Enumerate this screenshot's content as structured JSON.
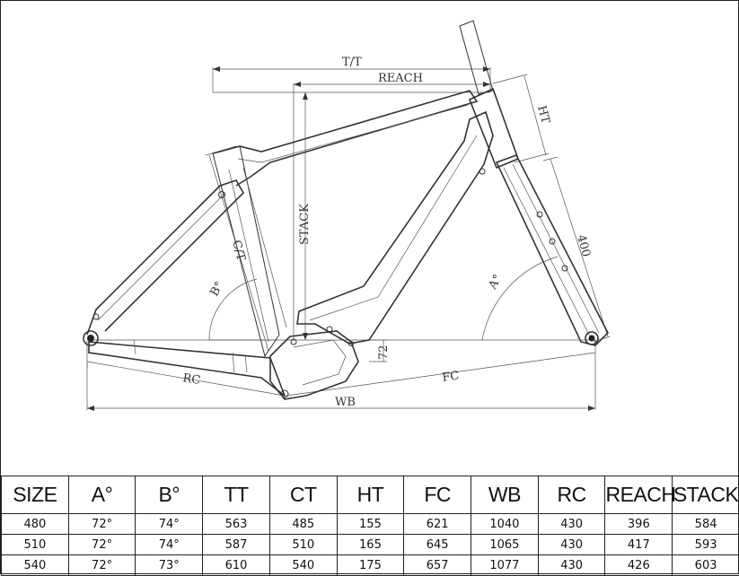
{
  "diagram": {
    "labels": {
      "tt": "T/T",
      "reach": "REACH",
      "ht": "HT",
      "stack": "STACK",
      "ct": "C/T",
      "fork": "400",
      "angle_a": "A°",
      "angle_b": "B°",
      "bb_drop": "72",
      "rc": "RC",
      "fc": "FC",
      "wb": "WB"
    }
  },
  "table": {
    "headers": [
      "SIZE",
      "A°",
      "B°",
      "TT",
      "CT",
      "HT",
      "FC",
      "WB",
      "RC",
      "REACH",
      "STACK"
    ],
    "rows": [
      [
        "480",
        "72°",
        "74°",
        "563",
        "485",
        "155",
        "621",
        "1040",
        "430",
        "396",
        "584"
      ],
      [
        "510",
        "72°",
        "74°",
        "587",
        "510",
        "165",
        "645",
        "1065",
        "430",
        "417",
        "593"
      ],
      [
        "540",
        "72°",
        "73°",
        "610",
        "540",
        "175",
        "657",
        "1077",
        "430",
        "426",
        "603"
      ]
    ]
  }
}
